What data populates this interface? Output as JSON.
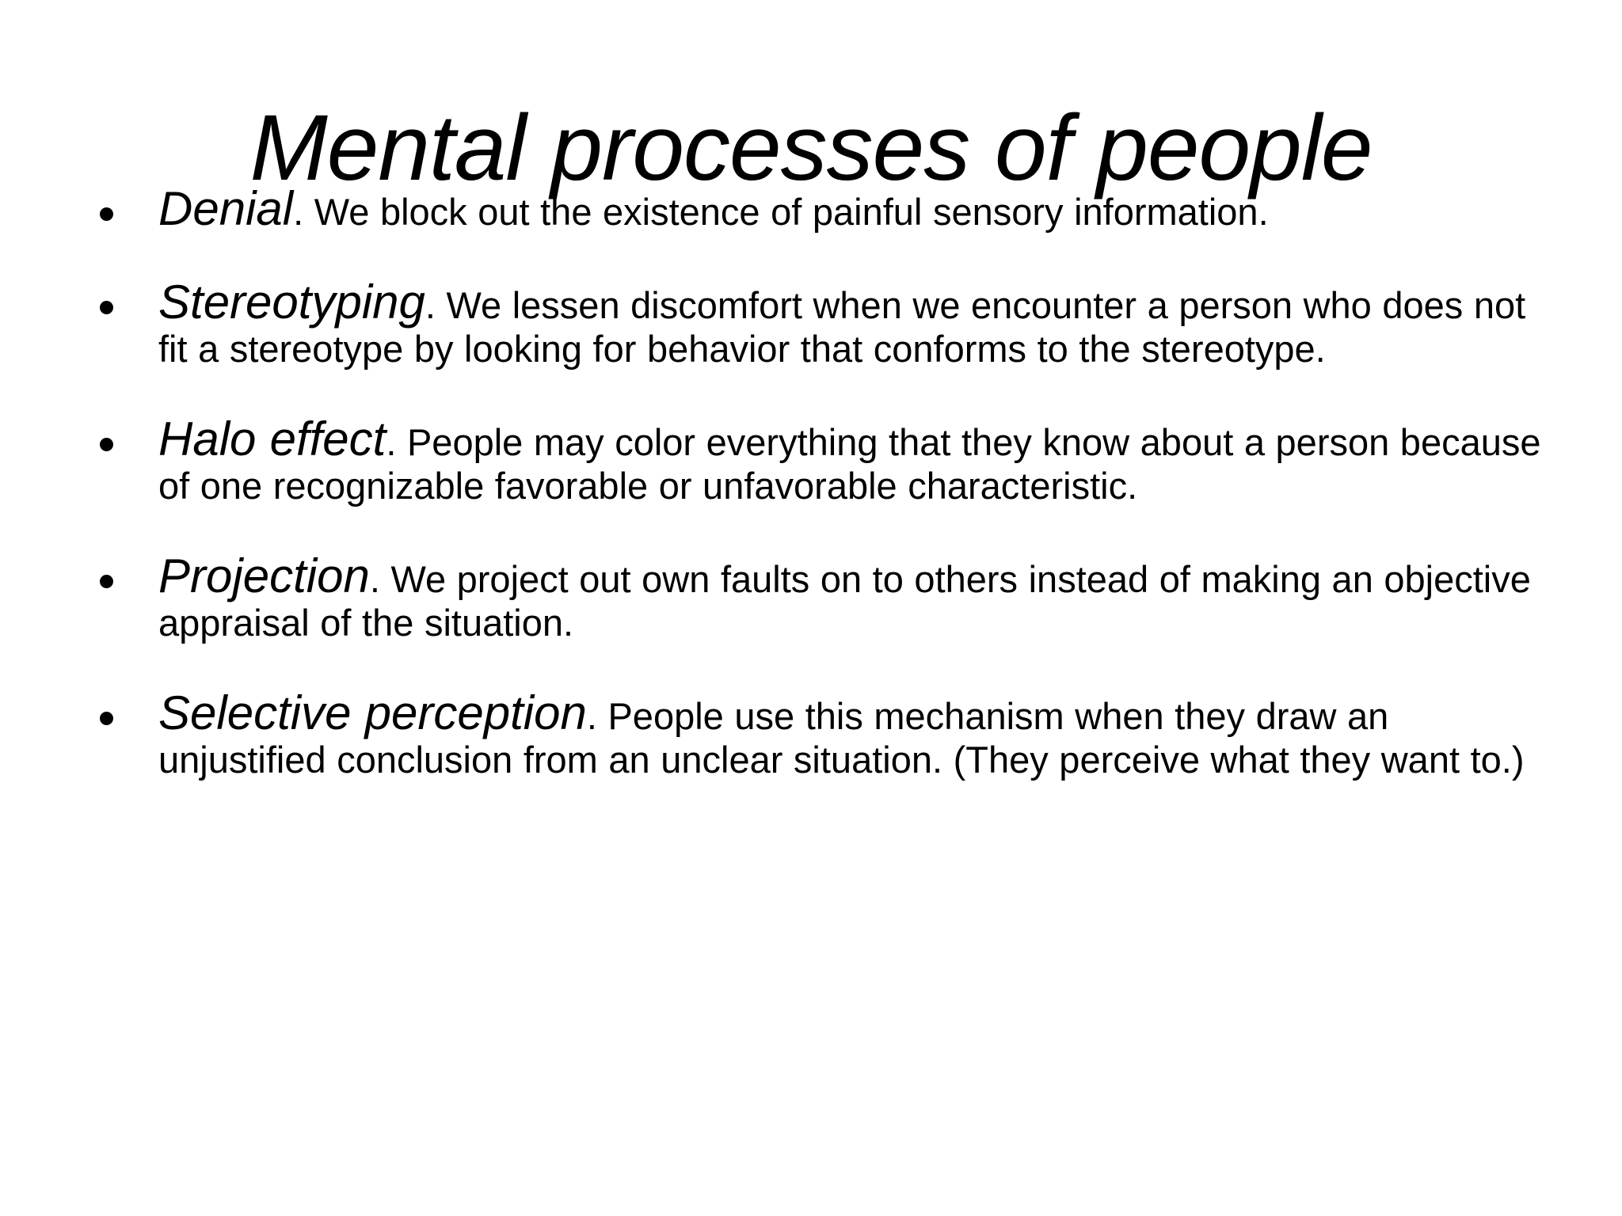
{
  "slide": {
    "title": "Mental processes of people",
    "background_color": "#ffffff",
    "text_color": "#000000",
    "bullet_glyph": "bullet-dot"
  },
  "bullets": [
    {
      "term": "Denial",
      "separator": ".",
      "description": "We block out the existence of painful sensory information."
    },
    {
      "term": "Stereotyping",
      "separator": ".",
      "description": "We lessen discomfort when we encounter a person who does not fit a stereotype by looking for behavior that conforms to the stereotype."
    },
    {
      "term": "Halo effect",
      "separator": ".",
      "description": "People may color everything that they know about a person because of one recognizable favorable or unfavorable characteristic."
    },
    {
      "term": "Projection",
      "separator": ".",
      "description": "We project out own faults on to others instead of making an objective appraisal of the situation."
    },
    {
      "term": "Selective perception",
      "separator": ".",
      "description": "People use this mechanism when they draw an unjustified conclusion from an unclear situation. (They perceive what they want to.)"
    }
  ]
}
